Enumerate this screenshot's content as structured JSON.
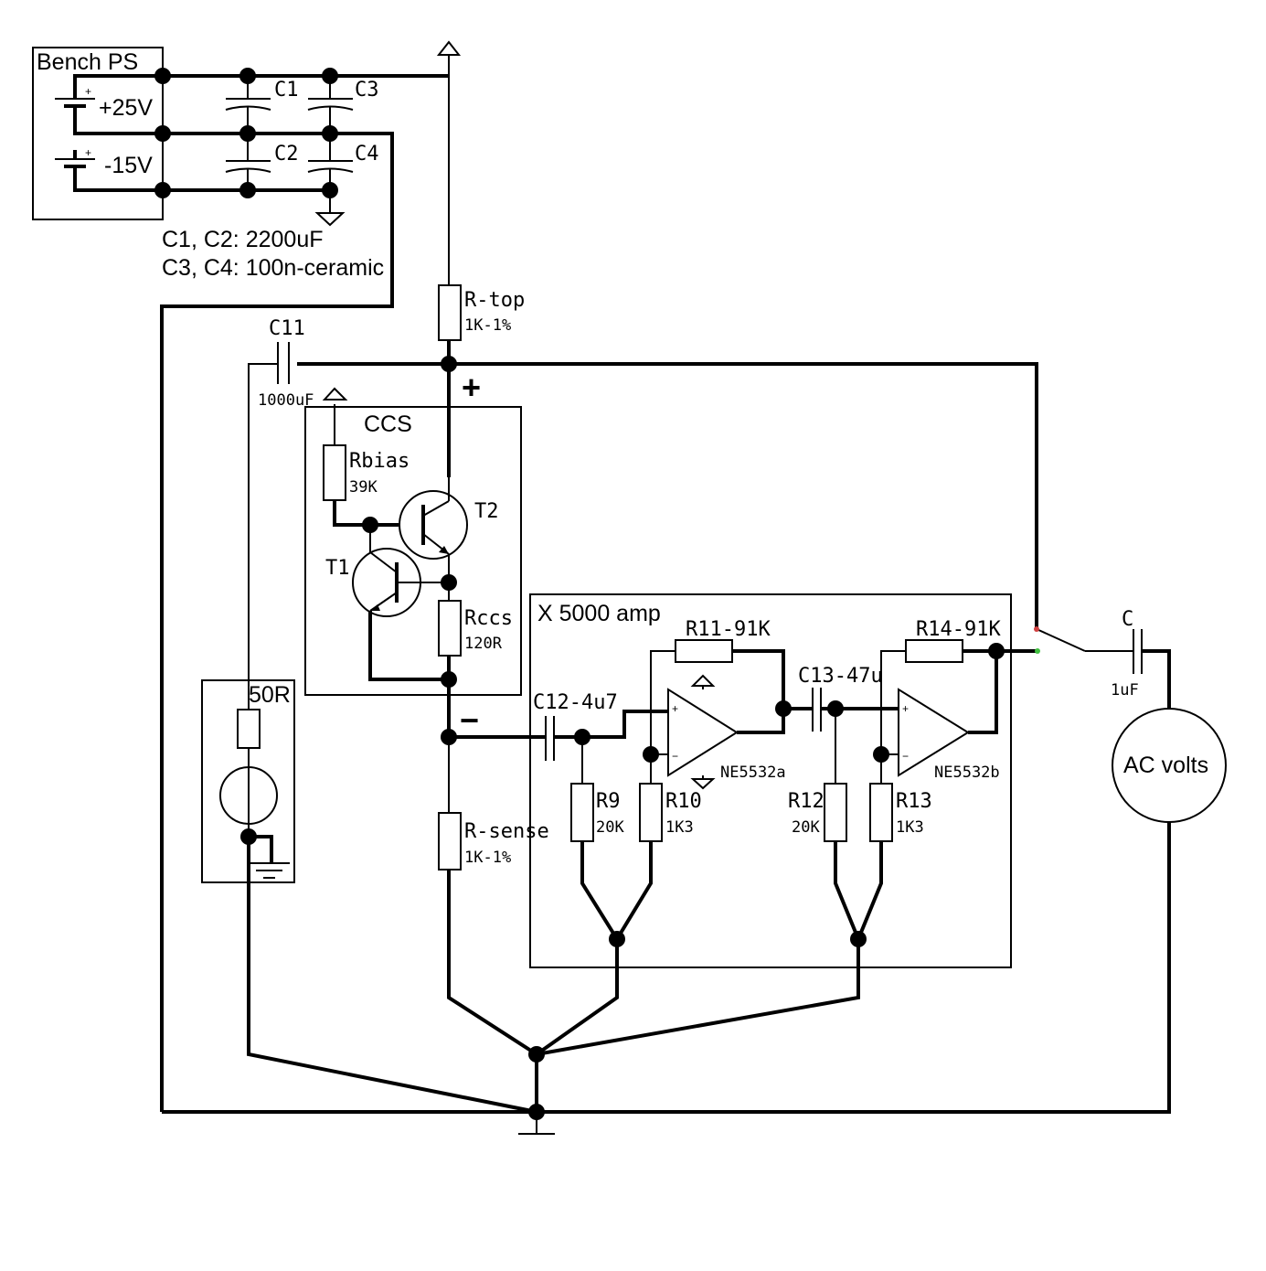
{
  "boxes": {
    "bench_ps": "Bench PS",
    "ccs": "CCS",
    "amp": "X 5000 amp",
    "meter": "50R"
  },
  "supply": {
    "pos_voltage": "+25V",
    "neg_voltage": "-15V",
    "note_line1": "C1, C2: 2200uF",
    "note_line2": "C3, C4: 100n-ceramic"
  },
  "components": {
    "c1": "C1",
    "c2": "C2",
    "c3": "C3",
    "c4": "C4",
    "c11": "C11",
    "c11_value": "1000uF",
    "r_top": "R-top",
    "r_top_value": "1K-1%",
    "rbias": "Rbias",
    "rbias_value": "39K",
    "t1": "T1",
    "t2": "T2",
    "rccs": "Rccs",
    "rccs_value": "120R",
    "r_sense": "R-sense",
    "r_sense_value": "1K-1%",
    "c12": "C12-4u7",
    "r9": "R9",
    "r9_value": "20K",
    "r10": "R10",
    "r10_value": "1K3",
    "r11": "R11-91K",
    "op_a": "NE5532a",
    "c13": "C13-47u",
    "r12": "R12",
    "r12_value": "20K",
    "r13": "R13",
    "r13_value": "1K3",
    "r14": "R14-91K",
    "op_b": "NE5532b",
    "c_out": "C",
    "c_out_value": "1uF",
    "meter_out": "AC volts"
  },
  "signs": {
    "plus": "+",
    "minus": "−",
    "op_plus": "+",
    "op_minus": "−"
  },
  "battery_pole": "+"
}
